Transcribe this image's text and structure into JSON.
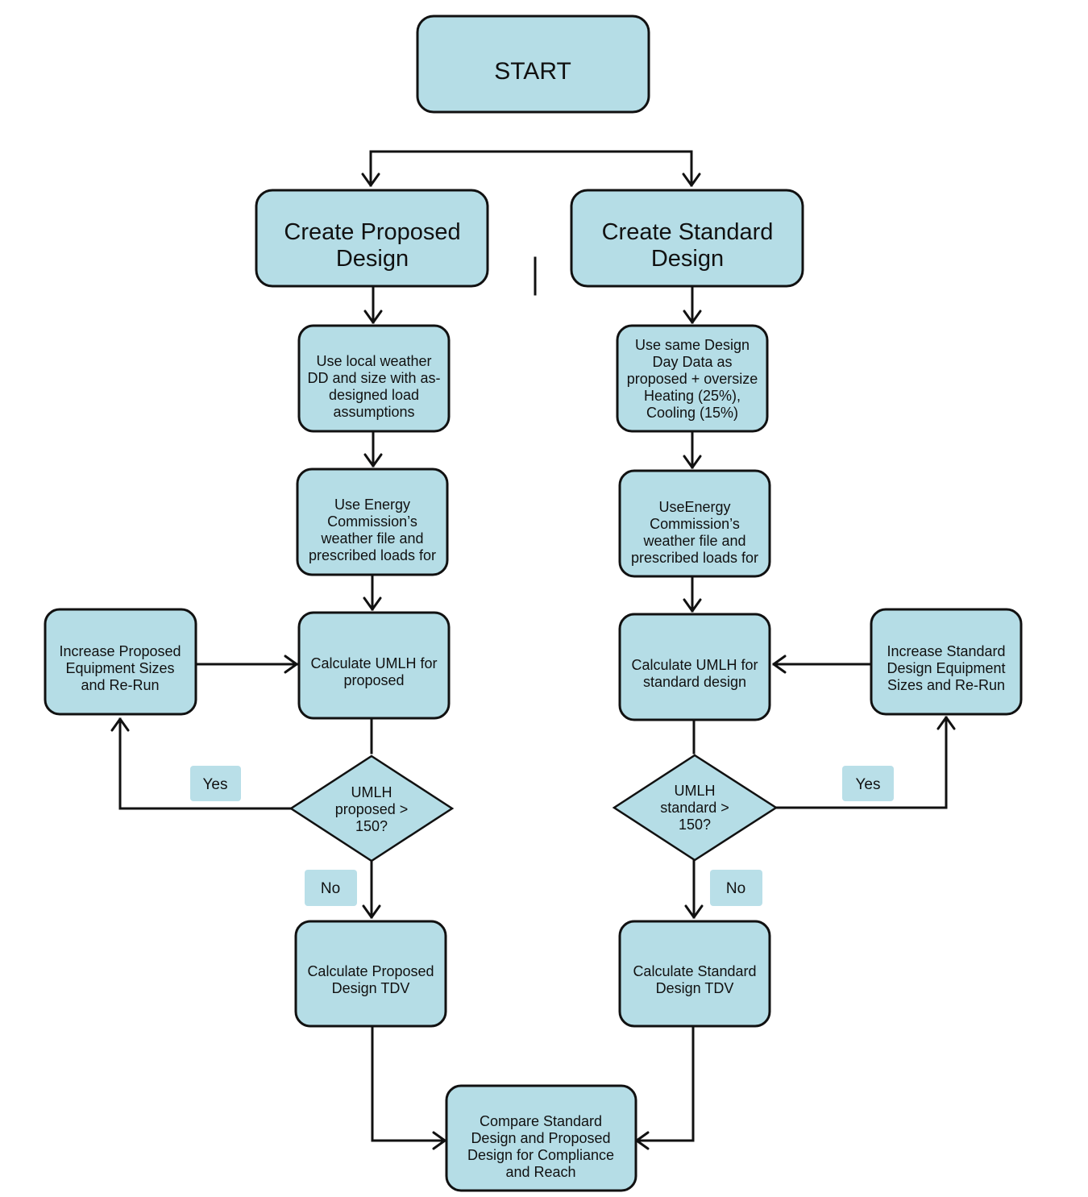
{
  "header_fragment": "",
  "nodes": {
    "start": "START",
    "create_proposed": [
      "Create Proposed",
      "Design"
    ],
    "create_standard": [
      "Create Standard",
      "Design"
    ],
    "local_weather": [
      "Use local weather",
      "DD and size with as-",
      "designed load",
      "assumptions"
    ],
    "same_design_day": [
      "Use same Design",
      "Day Data as",
      "proposed + oversize",
      "Heating (25%),",
      "Cooling (15%)"
    ],
    "energy_commission_proposed": [
      "Use Energy",
      "Commission’s",
      "weather file and",
      "prescribed loads for"
    ],
    "energy_commission_standard": [
      "UseEnergy",
      "Commission’s",
      "weather file and",
      "prescribed loads for"
    ],
    "increase_proposed": [
      "Increase Proposed",
      "Equipment Sizes",
      "and Re-Run"
    ],
    "umlh_proposed": [
      "Calculate UMLH for",
      "proposed"
    ],
    "umlh_standard": [
      "Calculate UMLH for",
      "standard design"
    ],
    "increase_standard": [
      "Increase Standard",
      "Design Equipment",
      "Sizes and Re-Run"
    ],
    "decision_proposed": [
      "UMLH",
      "proposed >",
      "150?"
    ],
    "decision_standard": [
      "UMLH",
      "standard >",
      "150?"
    ],
    "tdv_proposed": [
      "Calculate Proposed",
      "Design TDV"
    ],
    "tdv_standard": [
      "Calculate Standard",
      "Design TDV"
    ],
    "compare": [
      "Compare Standard",
      "Design and Proposed",
      "Design for Compliance",
      "and Reach"
    ]
  },
  "labels": {
    "yes_left": "Yes",
    "yes_right": "Yes",
    "no_left": "No",
    "no_right": "No"
  },
  "colors": {
    "node_fill": "#b5dde6",
    "stroke": "#111111"
  }
}
